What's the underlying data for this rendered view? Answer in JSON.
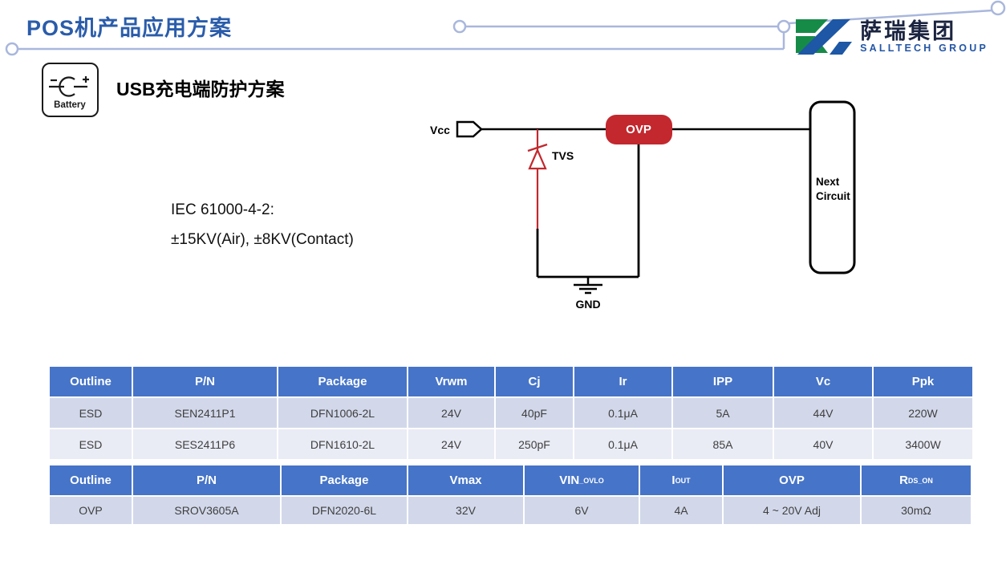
{
  "header": {
    "title": "POS机产品应用方案",
    "logo": {
      "name_cn": "萨瑞集团",
      "name_en": "SALLTECH GROUP"
    }
  },
  "section": {
    "icon_label": "Battery",
    "heading": "USB充电端防护方案"
  },
  "note": {
    "line1": "IEC 61000-4-2:",
    "line2": "±15KV(Air), ±8KV(Contact)"
  },
  "circuit": {
    "vcc": "Vcc",
    "tvs": "TVS",
    "ovp": "OVP",
    "gnd": "GND",
    "next1": "Next",
    "next2": "Circuit"
  },
  "colors": {
    "title_blue": "#2A5CAA",
    "table_header_blue": "#4674C8",
    "row_dark": "#D2D8EA",
    "row_light": "#E9EBF5",
    "ovp_red": "#C2282E",
    "decor_line": "#A9B7DC",
    "logo_green": "#168B48",
    "logo_blue": "#1D57A5"
  },
  "esd_table": {
    "headers": [
      "Outline",
      "P/N",
      "Package",
      "Vrwm",
      "Cj",
      "Ir",
      "IPP",
      "Vc",
      "Ppk"
    ],
    "rows": [
      [
        "ESD",
        "SEN2411P1",
        "DFN1006-2L",
        "24V",
        "40pF",
        "0.1μA",
        "5A",
        "44V",
        "220W"
      ],
      [
        "ESD",
        "SES2411P6",
        "DFN1610-2L",
        "24V",
        "250pF",
        "0.1μA",
        "85A",
        "40V",
        "3400W"
      ]
    ]
  },
  "ovp_table": {
    "headers": [
      {
        "main": "Outline",
        "sub": ""
      },
      {
        "main": "P/N",
        "sub": ""
      },
      {
        "main": "Package",
        "sub": ""
      },
      {
        "main": "Vmax",
        "sub": ""
      },
      {
        "main": "VIN",
        "sub": "_OVLO"
      },
      {
        "main": "I",
        "sub": "OUT"
      },
      {
        "main": "OVP",
        "sub": ""
      },
      {
        "main": "R",
        "sub": "DS_ON"
      }
    ],
    "rows": [
      [
        "OVP",
        "SROV3605A",
        "DFN2020-6L",
        "32V",
        "6V",
        "4A",
        "4 ~ 20V Adj",
        "30mΩ"
      ]
    ]
  }
}
